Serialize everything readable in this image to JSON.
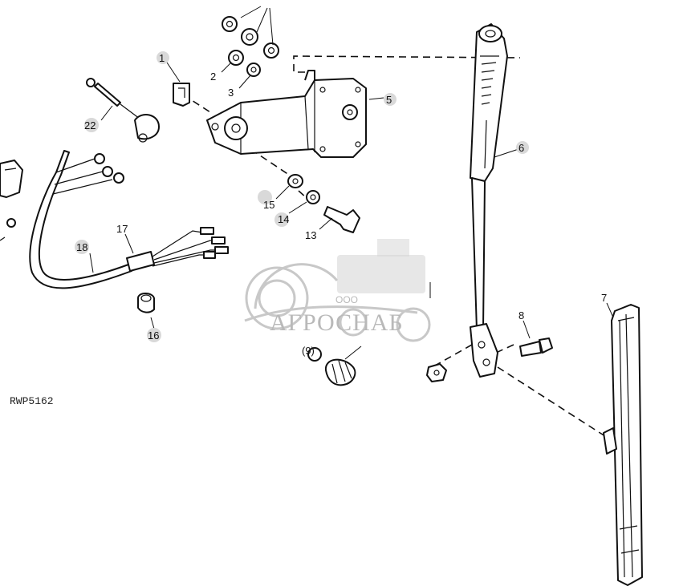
{
  "figure_code": "RWP5162",
  "watermark": {
    "company_type": "ООО",
    "company_name": "АГРОСНАБ"
  },
  "callouts": [
    {
      "id": "c1",
      "label": "1"
    },
    {
      "id": "c2",
      "label": "2"
    },
    {
      "id": "c3",
      "label": "3"
    },
    {
      "id": "c5",
      "label": "5"
    },
    {
      "id": "c6",
      "label": "6"
    },
    {
      "id": "c7",
      "label": "7"
    },
    {
      "id": "c8",
      "label": "8"
    },
    {
      "id": "c13",
      "label": "13"
    },
    {
      "id": "c14",
      "label": "14"
    },
    {
      "id": "c15",
      "label": "15"
    },
    {
      "id": "c16",
      "label": "16"
    },
    {
      "id": "c17",
      "label": "17"
    },
    {
      "id": "c18",
      "label": "18"
    },
    {
      "id": "c22",
      "label": "22"
    },
    {
      "id": "c9",
      "label": "(9)"
    }
  ],
  "parts": [
    {
      "id": "p1",
      "name": "bracket"
    },
    {
      "id": "p2",
      "name": "nut"
    },
    {
      "id": "p3",
      "name": "washer"
    },
    {
      "id": "p5",
      "name": "wiper-motor"
    },
    {
      "id": "p6",
      "name": "wiper-arm"
    },
    {
      "id": "p7",
      "name": "wiper-blade"
    },
    {
      "id": "p8",
      "name": "bolt"
    },
    {
      "id": "p13",
      "name": "screw"
    },
    {
      "id": "p14",
      "name": "lock-washer"
    },
    {
      "id": "p15",
      "name": "washer"
    },
    {
      "id": "p16",
      "name": "grommet"
    },
    {
      "id": "p17",
      "name": "sleeve"
    },
    {
      "id": "p18",
      "name": "wiring-harness"
    },
    {
      "id": "p22",
      "name": "ground-cable"
    },
    {
      "id": "p9",
      "name": "knob"
    }
  ]
}
